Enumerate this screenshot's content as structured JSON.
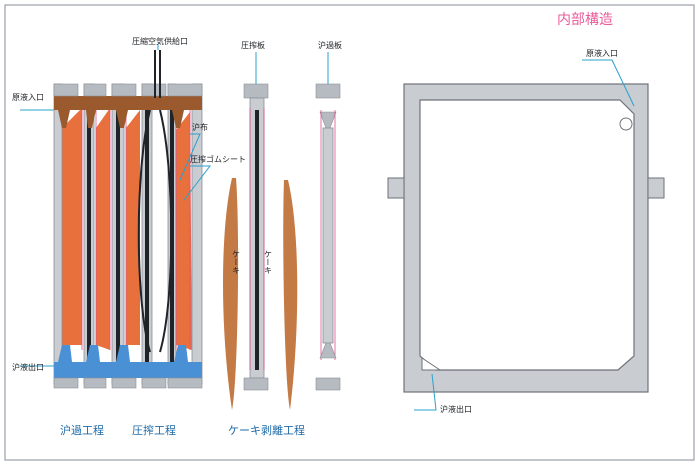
{
  "title": "内部構造",
  "labels": {
    "compressed_air_inlet": "圧縮空気供給口",
    "press_plate": "圧搾板",
    "filter_plate": "沪過板",
    "raw_liquid_inlet": "原液入口",
    "filter_cloth": "沪布",
    "rubber_sheet": "圧搾ゴムシート",
    "cake_left": "ケーキ",
    "cake_right": "ケーキ",
    "filtrate_outlet": "沪液出口",
    "detail_inlet": "原液入口",
    "detail_outlet": "沪液出口"
  },
  "processes": {
    "filtration": "沪過工程",
    "pressing": "圧搾工程",
    "cake_release": "ケーキ剥離工程"
  },
  "colors": {
    "frame_line": "#9aa0aa",
    "title": "#e85c9a",
    "cake_orange": "#e8703c",
    "cake_brown": "#c47a45",
    "inlet_brown": "#9a5a2e",
    "outlet_blue": "#4a90d4",
    "plate_gray": "#c9cdd2",
    "pointer": "#2aa0cc",
    "cloth": "#e0508a"
  }
}
